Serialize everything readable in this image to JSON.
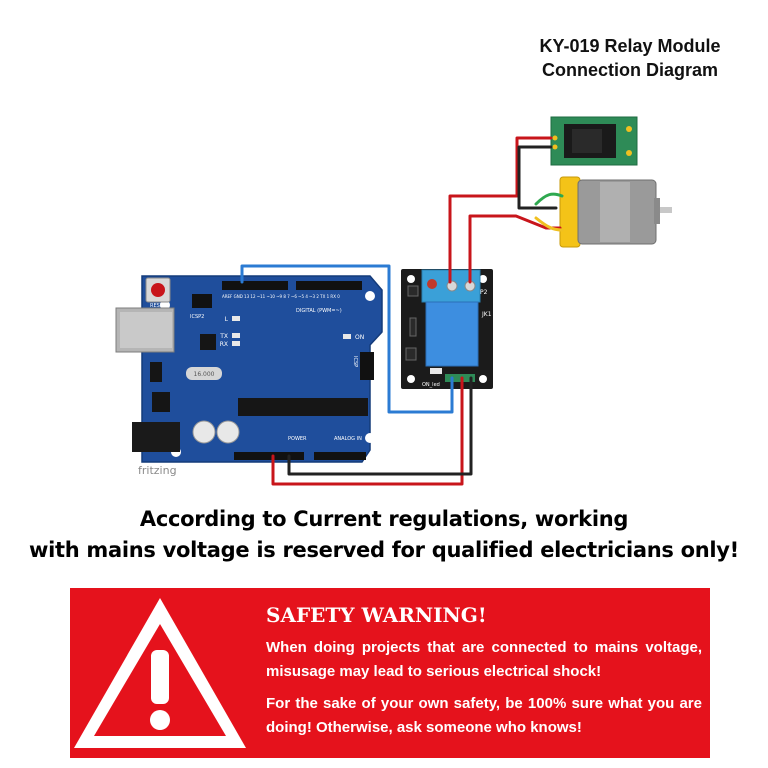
{
  "title": {
    "line1": "KY-019 Relay Module",
    "line2": "Connection Diagram"
  },
  "arduino": {
    "reset_label": "RESET",
    "icsp2_label": "ICSP2",
    "l_label": "L",
    "tx_label": "TX",
    "rx_label": "RX",
    "on_label": "ON",
    "icsp_label": "ICSP",
    "digital_label": "DIGITAL (PWM=~)",
    "power_label": "POWER",
    "analog_label": "ANALOG IN",
    "crystal_label": "16.000",
    "pin_labels_top": "AREF GND 13 12 ~11 ~10 ~9 8   7 ~6 ~5 4 ~3 2 TX 1 RX 0"
  },
  "relay": {
    "p2_label": "P2",
    "jk1_label": "JK1",
    "on_led_label": "ON_led"
  },
  "watermark": "fritzing",
  "notice": {
    "line1": "According to Current regulations, working",
    "line2": "with mains voltage is reserved for qualified electricians only!"
  },
  "warning": {
    "title": "SAFETY WARNING!",
    "paragraph1": "When doing projects that are connected to mains voltage, misusage may lead to serious electrical shock!",
    "paragraph2": "For the sake of your own safety, be 100% sure what you are doing! Otherwise, ask someone who knows!"
  },
  "colors": {
    "warning_red": "#e5121c",
    "arduino_blue": "#1f4e9c",
    "relay_blue": "#3d8ee0",
    "wire_red": "#c8151b",
    "wire_black": "#222222",
    "wire_blue": "#2b7bd3"
  },
  "icons": {
    "warning": "exclamation-triangle-icon"
  }
}
